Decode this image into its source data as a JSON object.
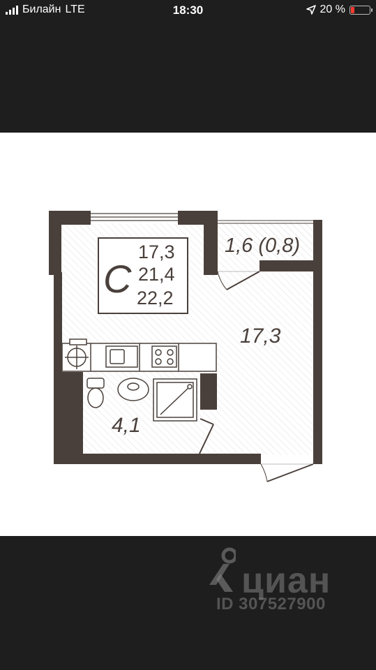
{
  "status_bar": {
    "carrier": "Билайн",
    "network": "LTE",
    "time": "18:30",
    "battery_percent_text": "20 %",
    "battery_level": 0.2,
    "battery_color": "#ff3b30"
  },
  "floorplan": {
    "unit_type": "С",
    "area_living": "17,3",
    "area_total": "21,4",
    "area_with_balcony": "22,2",
    "room_main_area": "17,3",
    "bathroom_area": "4,1",
    "balcony_area": "1,6 (0,8)",
    "wall_color": "#4a403b",
    "hatch_color": "#e2e2e2"
  },
  "watermark": {
    "brand": "циан",
    "listing_id": "ID 307527900"
  }
}
